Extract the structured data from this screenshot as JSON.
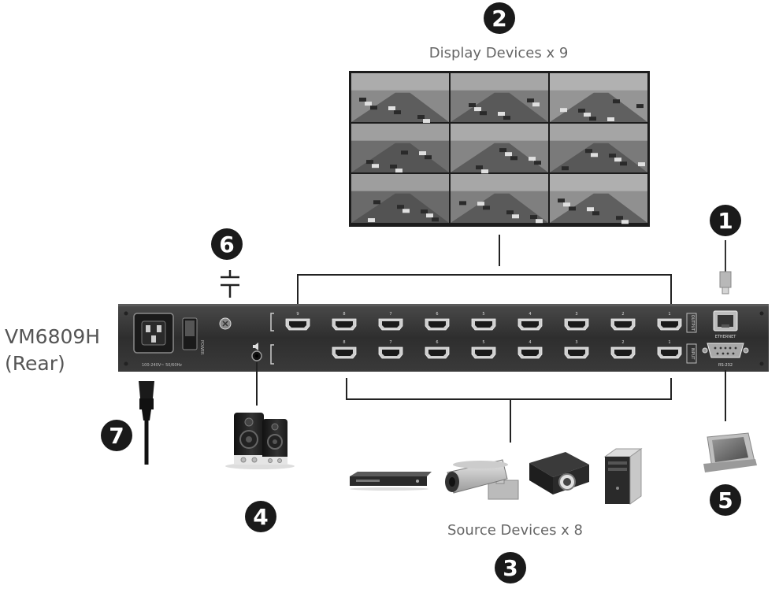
{
  "model": {
    "name": "VM6809H",
    "side": "(Rear)"
  },
  "callouts": {
    "c1": "1",
    "c2": "2",
    "c3": "3",
    "c4": "4",
    "c5": "5",
    "c6": "6",
    "c7": "7"
  },
  "labels": {
    "display_devices": "Display Devices x 9",
    "source_devices": "Source Devices x 8"
  },
  "panel": {
    "output_ports": [
      "9",
      "8",
      "7",
      "6",
      "5",
      "4",
      "3",
      "2",
      "1"
    ],
    "input_ports": [
      "8",
      "7",
      "6",
      "5",
      "4",
      "3",
      "2",
      "1"
    ],
    "output_tag": "OUTPUT",
    "input_tag": "INPUT",
    "ethernet": "ETHERNET",
    "rs232": "RS-232",
    "power": "POWER"
  }
}
